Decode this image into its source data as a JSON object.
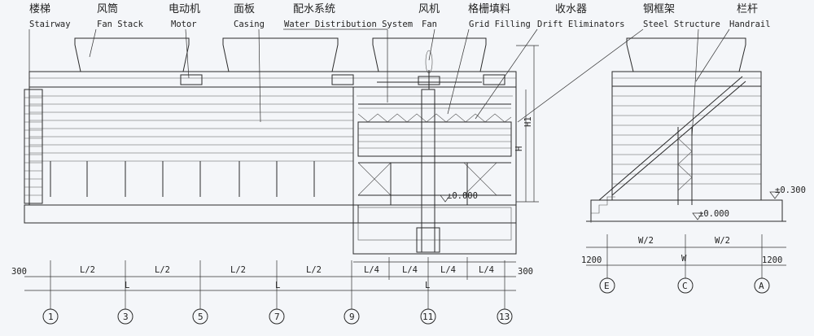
{
  "labels": [
    {
      "cn": "楼梯",
      "en": "Stairway"
    },
    {
      "cn": "风筒",
      "en": "Fan Stack"
    },
    {
      "cn": "电动机",
      "en": "Motor"
    },
    {
      "cn": "面板",
      "en": "Casing"
    },
    {
      "cn": "配水系统",
      "en": "Water Distribution System"
    },
    {
      "cn": "风机",
      "en": "Fan"
    },
    {
      "cn": "格栅填料",
      "en": "Grid Filling"
    },
    {
      "cn": "收水器",
      "en": "Drift Eliminators"
    },
    {
      "cn": "钢框架",
      "en": "Steel Structure"
    },
    {
      "cn": "栏杆",
      "en": "Handrail"
    }
  ],
  "front_dims": {
    "left_margin": "300",
    "right_margin": "300",
    "half_spans": [
      "L/2",
      "L/2",
      "L/2",
      "L/2"
    ],
    "quarter_spans": [
      "L/4",
      "L/4",
      "L/4",
      "L/4"
    ],
    "total_spans": [
      "L",
      "L",
      "L"
    ]
  },
  "side_dims": {
    "left_margin": "1200",
    "right_margin": "1200",
    "half_spans": [
      "W/2",
      "W/2"
    ],
    "total": "W"
  },
  "elevations": {
    "zero": "±0.000",
    "side_zero": "±0.000",
    "side_plus": "±0.300"
  },
  "heights": {
    "h1": "H",
    "h2": "H1"
  },
  "front_axes": [
    "1",
    "3",
    "5",
    "7",
    "9",
    "11",
    "13"
  ],
  "side_axes": [
    "E",
    "C",
    "A"
  ]
}
